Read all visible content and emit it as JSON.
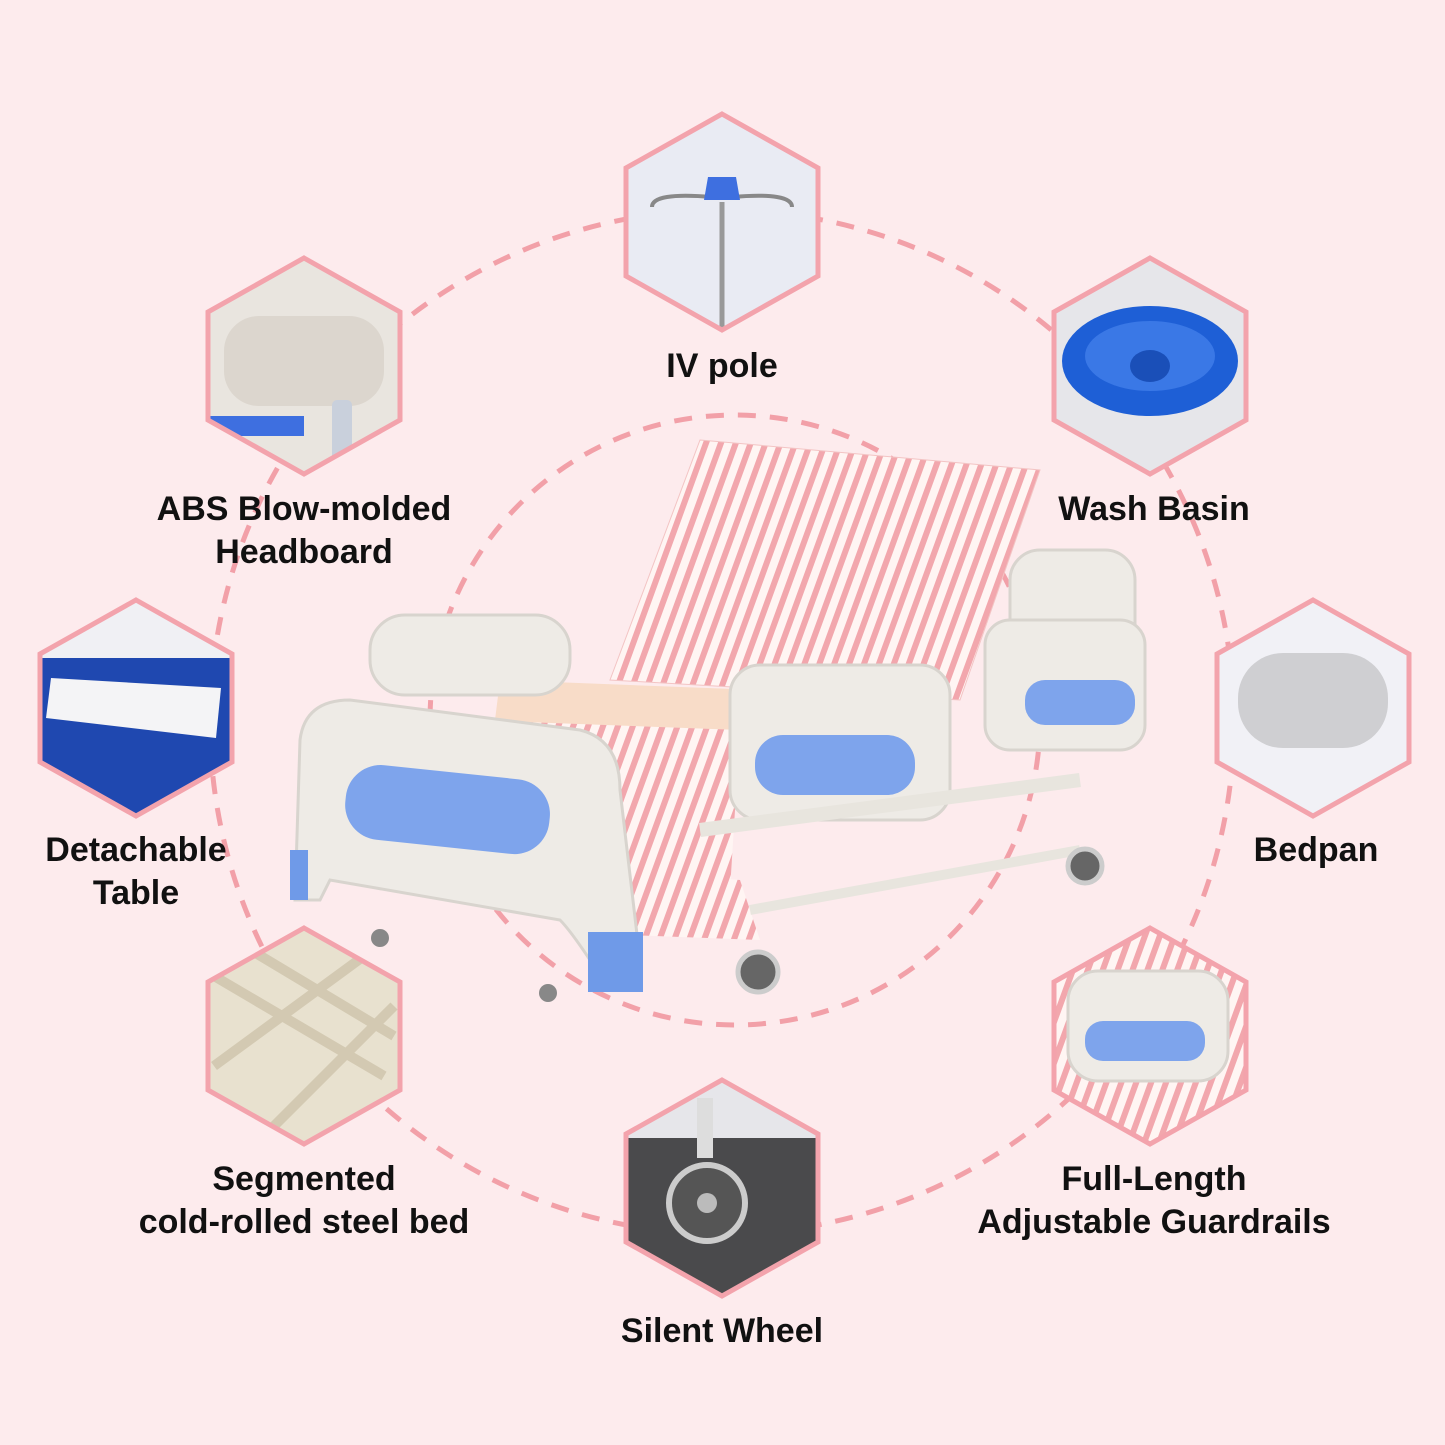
{
  "colors": {
    "background": "#fdebed",
    "accent": "#f3a3ac",
    "blue": "#6f9ae8",
    "stripe": "#f2a7ad"
  },
  "features": [
    {
      "id": "iv-pole",
      "lines": [
        "IV pole"
      ]
    },
    {
      "id": "headboard",
      "lines": [
        "ABS Blow-molded",
        "Headboard"
      ]
    },
    {
      "id": "wash-basin",
      "lines": [
        "Wash Basin"
      ]
    },
    {
      "id": "detachable-table",
      "lines": [
        "Detachable",
        "Table"
      ]
    },
    {
      "id": "bedpan",
      "lines": [
        "Bedpan"
      ]
    },
    {
      "id": "segmented-bed",
      "lines": [
        "Segmented",
        "cold-rolled steel bed"
      ]
    },
    {
      "id": "guardrails",
      "lines": [
        "Full-Length",
        "Adjustable Guardrails"
      ]
    },
    {
      "id": "silent-wheel",
      "lines": [
        "Silent Wheel"
      ]
    }
  ]
}
